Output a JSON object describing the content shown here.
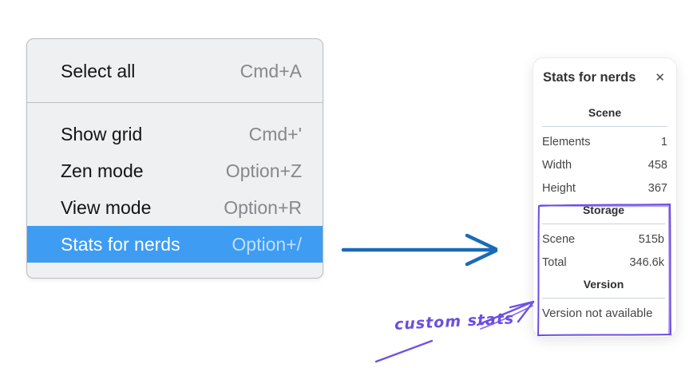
{
  "menu": {
    "groups": [
      {
        "items": [
          {
            "label": "Select all",
            "shortcut": "Cmd+A"
          }
        ]
      },
      {
        "items": [
          {
            "label": "Show grid",
            "shortcut": "Cmd+'"
          },
          {
            "label": "Zen mode",
            "shortcut": "Option+Z"
          },
          {
            "label": "View mode",
            "shortcut": "Option+R"
          },
          {
            "label": "Stats for nerds",
            "shortcut": "Option+/",
            "highlighted": true
          }
        ]
      }
    ]
  },
  "stats_panel": {
    "title": "Stats for nerds",
    "close_icon": "✕",
    "scene_section": {
      "header": "Scene",
      "rows": [
        {
          "label": "Elements",
          "value": "1"
        },
        {
          "label": "Width",
          "value": "458"
        },
        {
          "label": "Height",
          "value": "367"
        }
      ]
    },
    "storage_section": {
      "header": "Storage",
      "rows": [
        {
          "label": "Scene",
          "value": "515b"
        },
        {
          "label": "Total",
          "value": "346.6k"
        }
      ]
    },
    "version_section": {
      "header": "Version",
      "note": "Version not available"
    }
  },
  "annotation": {
    "label": "custom stats"
  },
  "colors": {
    "menu_bg": "#eef0f1",
    "menu_border": "#b9bec2",
    "menu_highlight": "#3e9cf3",
    "shortcut_gray": "#85898d",
    "flow_arrow_blue": "#1b6ab8",
    "annotation_purple": "#6c4ee0",
    "panel_text": "#454545",
    "divider_gray": "#ccd3d8"
  }
}
